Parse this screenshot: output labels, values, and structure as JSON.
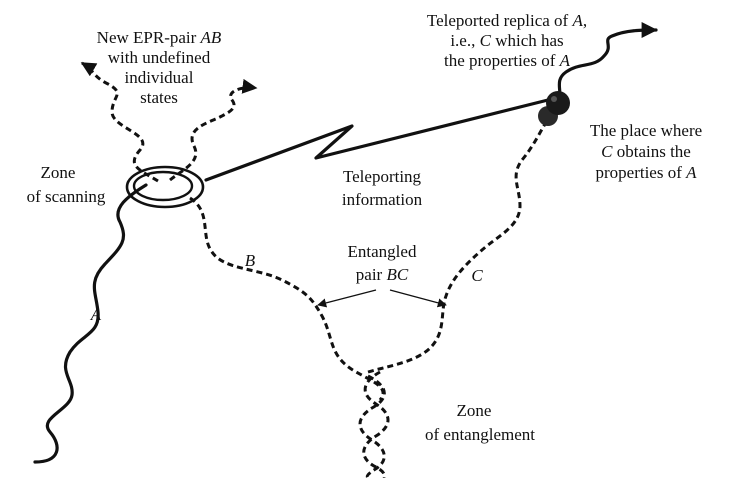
{
  "labels": {
    "new_pair_line1_pre": "New EPR-pair ",
    "new_pair_line1_it": "AB",
    "new_pair_line2": "with undefined",
    "new_pair_line3": "individual",
    "new_pair_line4": "states",
    "replica_line1_pre": "Teleported replica of ",
    "replica_line1_it": "A",
    "replica_line1_post": ",",
    "replica_line2_pre": "i.e., ",
    "replica_line2_it": "C",
    "replica_line2_post": " which has",
    "replica_line3_pre": "the properties of ",
    "replica_line3_it": "A",
    "place_line1": "The place where",
    "place_line2_it": "C",
    "place_line2_post": " obtains the",
    "place_line3_pre": "properties of ",
    "place_line3_it": "A",
    "scanning_line1": "Zone",
    "scanning_line2": "of scanning",
    "teleporting_line1": "Teleporting",
    "teleporting_line2": "information",
    "entangled_line1": "Entangled",
    "entangled_line2_pre": "pair ",
    "entangled_line2_it": "BC",
    "entanglement_line1": "Zone",
    "entanglement_line2": "of entanglement",
    "particle_a": "A",
    "particle_b": "B",
    "particle_c": "C"
  }
}
